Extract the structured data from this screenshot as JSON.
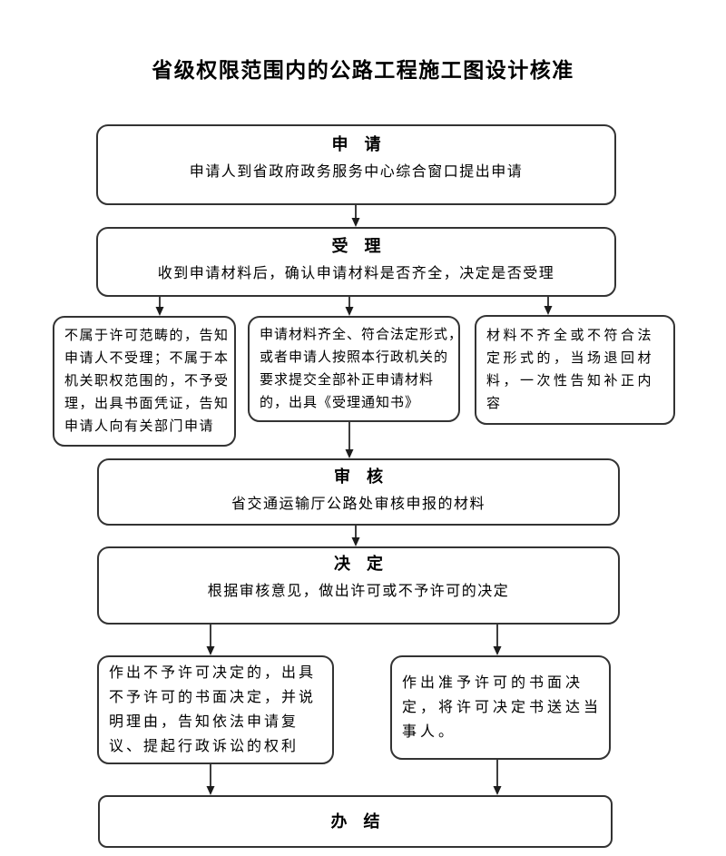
{
  "title": "省级权限范围内的公路工程施工图设计核准",
  "colors": {
    "ink": "#1c1c1c",
    "box_border": "#333333",
    "background": "#ffffff"
  },
  "flow": {
    "apply": {
      "label": "申　请",
      "desc": "申请人到省政府政务服务中心综合窗口提出申请"
    },
    "accept": {
      "label": "受　理",
      "desc": "收到申请材料后，确认申请材料是否齐全，决定是否受理"
    },
    "outcomes": {
      "not_accepted": {
        "lines": [
          "不属于许可范畴的，告知",
          "申请人不受理；不属于本",
          "机关职权范围的，不予受",
          "理，出具书面凭证，告知",
          "申请人向有关部门申请"
        ]
      },
      "accepted": {
        "lines": [
          "申请材料齐全、符合法定形式，",
          "或者申请人按照本行政机关的",
          "要求提交全部补正申请材料",
          "的，出具《受理通知书》"
        ]
      },
      "returned": {
        "lines": [
          "材料不齐全或不符合法",
          "定形式的，当场退回材",
          "料，一次性告知补正内",
          "容"
        ]
      }
    },
    "review": {
      "label": "审　核",
      "desc": "省交通运输厅公路处审核申报的材料"
    },
    "decide": {
      "label": "决　定",
      "desc": "根据审核意见，做出许可或不予许可的决定"
    },
    "results": {
      "deny": {
        "lines": [
          "作出不予许可决定的，出具",
          "不予许可的书面决定，并说",
          "明理由，告知依法申请复",
          "议、提起行政诉讼的权利"
        ]
      },
      "grant": {
        "lines": [
          "作出准予许可的书面决",
          "定，将许可决定书送达当",
          "事人。"
        ]
      }
    },
    "finish": {
      "label": "办　结"
    }
  }
}
